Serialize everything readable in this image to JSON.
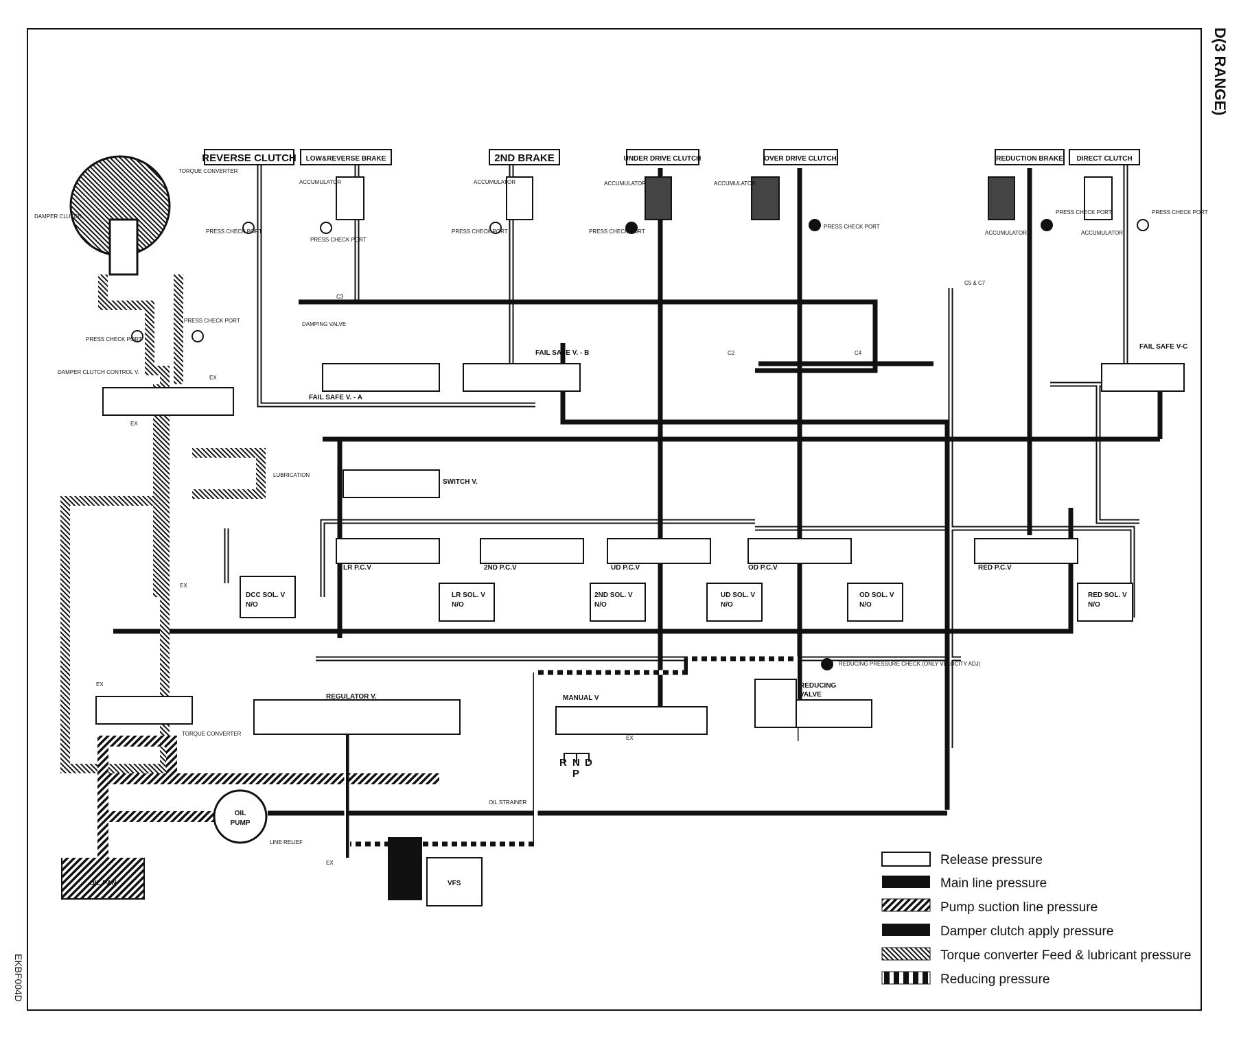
{
  "page": {
    "title": "D(3 RANGE)",
    "figure_code": "EKBF004D"
  },
  "elements": {
    "reverse_clutch": "REVERSE CLUTCH",
    "low_reverse_brake": "LOW&REVERSE BRAKE",
    "second_brake": "2ND BRAKE",
    "under_drive_clutch": "UNDER DRIVE CLUTCH",
    "over_drive_clutch": "OVER DRIVE CLUTCH",
    "reduction_brake": "REDUCTION BRAKE",
    "direct_clutch": "DIRECT CLUTCH",
    "torque_converter": "TORQUE CONVERTER",
    "damper_clutch": "DAMPER CLUTCH",
    "press_check_port": "PRESS CHECK PORT",
    "accumulator": "ACCUMULATOR",
    "damping_valve": "DAMPING VALVE",
    "damper_clutch_control_v": "DAMPER CLUTCH CONTROL V.",
    "fail_safe_a": "FAIL SAFE V. - A",
    "fail_safe_b": "FAIL SAFE V. - B",
    "fail_safe_c": "FAIL SAFE V-C",
    "switch_v": "SWITCH V.",
    "lubrication": "LUBRICATION",
    "lr_pcv": "LR P.C.V",
    "second_pcv": "2ND P.C.V",
    "ud_pcv": "UD P.C.V",
    "od_pcv": "OD P.C.V",
    "red_pcv": "RED P.C.V",
    "dcc_sol_1": "DCC SOL. V",
    "lr_sol_1": "LR SOL. V",
    "second_sol_1": "2ND SOL. V",
    "ud_sol_1": "UD SOL. V",
    "od_sol_1": "OD SOL. V",
    "red_sol_1": "RED SOL. V",
    "no": "N/O",
    "ex": "EX",
    "regulator_v": "REGULATOR V.",
    "torque_converter_v": "TORQUE CONVERTER",
    "manual_v": "MANUAL  V",
    "reducing_valve_1": "REDUCING",
    "reducing_valve_2": "VALVE",
    "reducing_check": "REDUCING PRESSURE CHECK (ONLY VELOCITY ADJ)",
    "oil_pump_1": "OIL",
    "oil_pump_2": "PUMP",
    "oil_strainer": "OIL STRAINER",
    "line_relief": "LINE RELIEF",
    "vfs": "VFS",
    "oil_pan": "OIL PAN",
    "c2": "C2",
    "c3": "C3",
    "c4": "C4",
    "c5_c7": "C5 & C7",
    "gear_r": "R",
    "gear_n": "N",
    "gear_d": "D",
    "gear_p": "P"
  },
  "legend": [
    {
      "label": "Release pressure",
      "pattern": "release"
    },
    {
      "label": "Main line pressure",
      "pattern": "main"
    },
    {
      "label": "Pump suction line pressure",
      "pattern": "suction"
    },
    {
      "label": "Damper clutch apply pressure",
      "pattern": "damper"
    },
    {
      "label": "Torque converter Feed & lubricant pressure",
      "pattern": "tcfeed"
    },
    {
      "label": "Reducing pressure",
      "pattern": "reducing"
    }
  ]
}
